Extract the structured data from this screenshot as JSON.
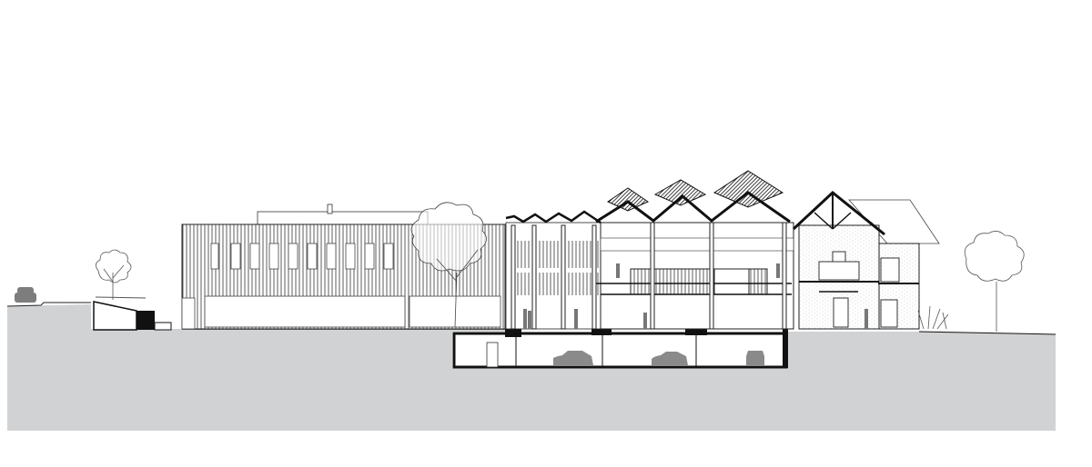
{
  "drawing": {
    "type": "architectural-section",
    "colors": {
      "ground": "#d1d2d4",
      "line": "#1a1a1a",
      "silhouette": "#8a8a8a",
      "background": "#ffffff"
    },
    "icons": [
      "car-silhouette",
      "tree",
      "person-silhouette"
    ]
  }
}
